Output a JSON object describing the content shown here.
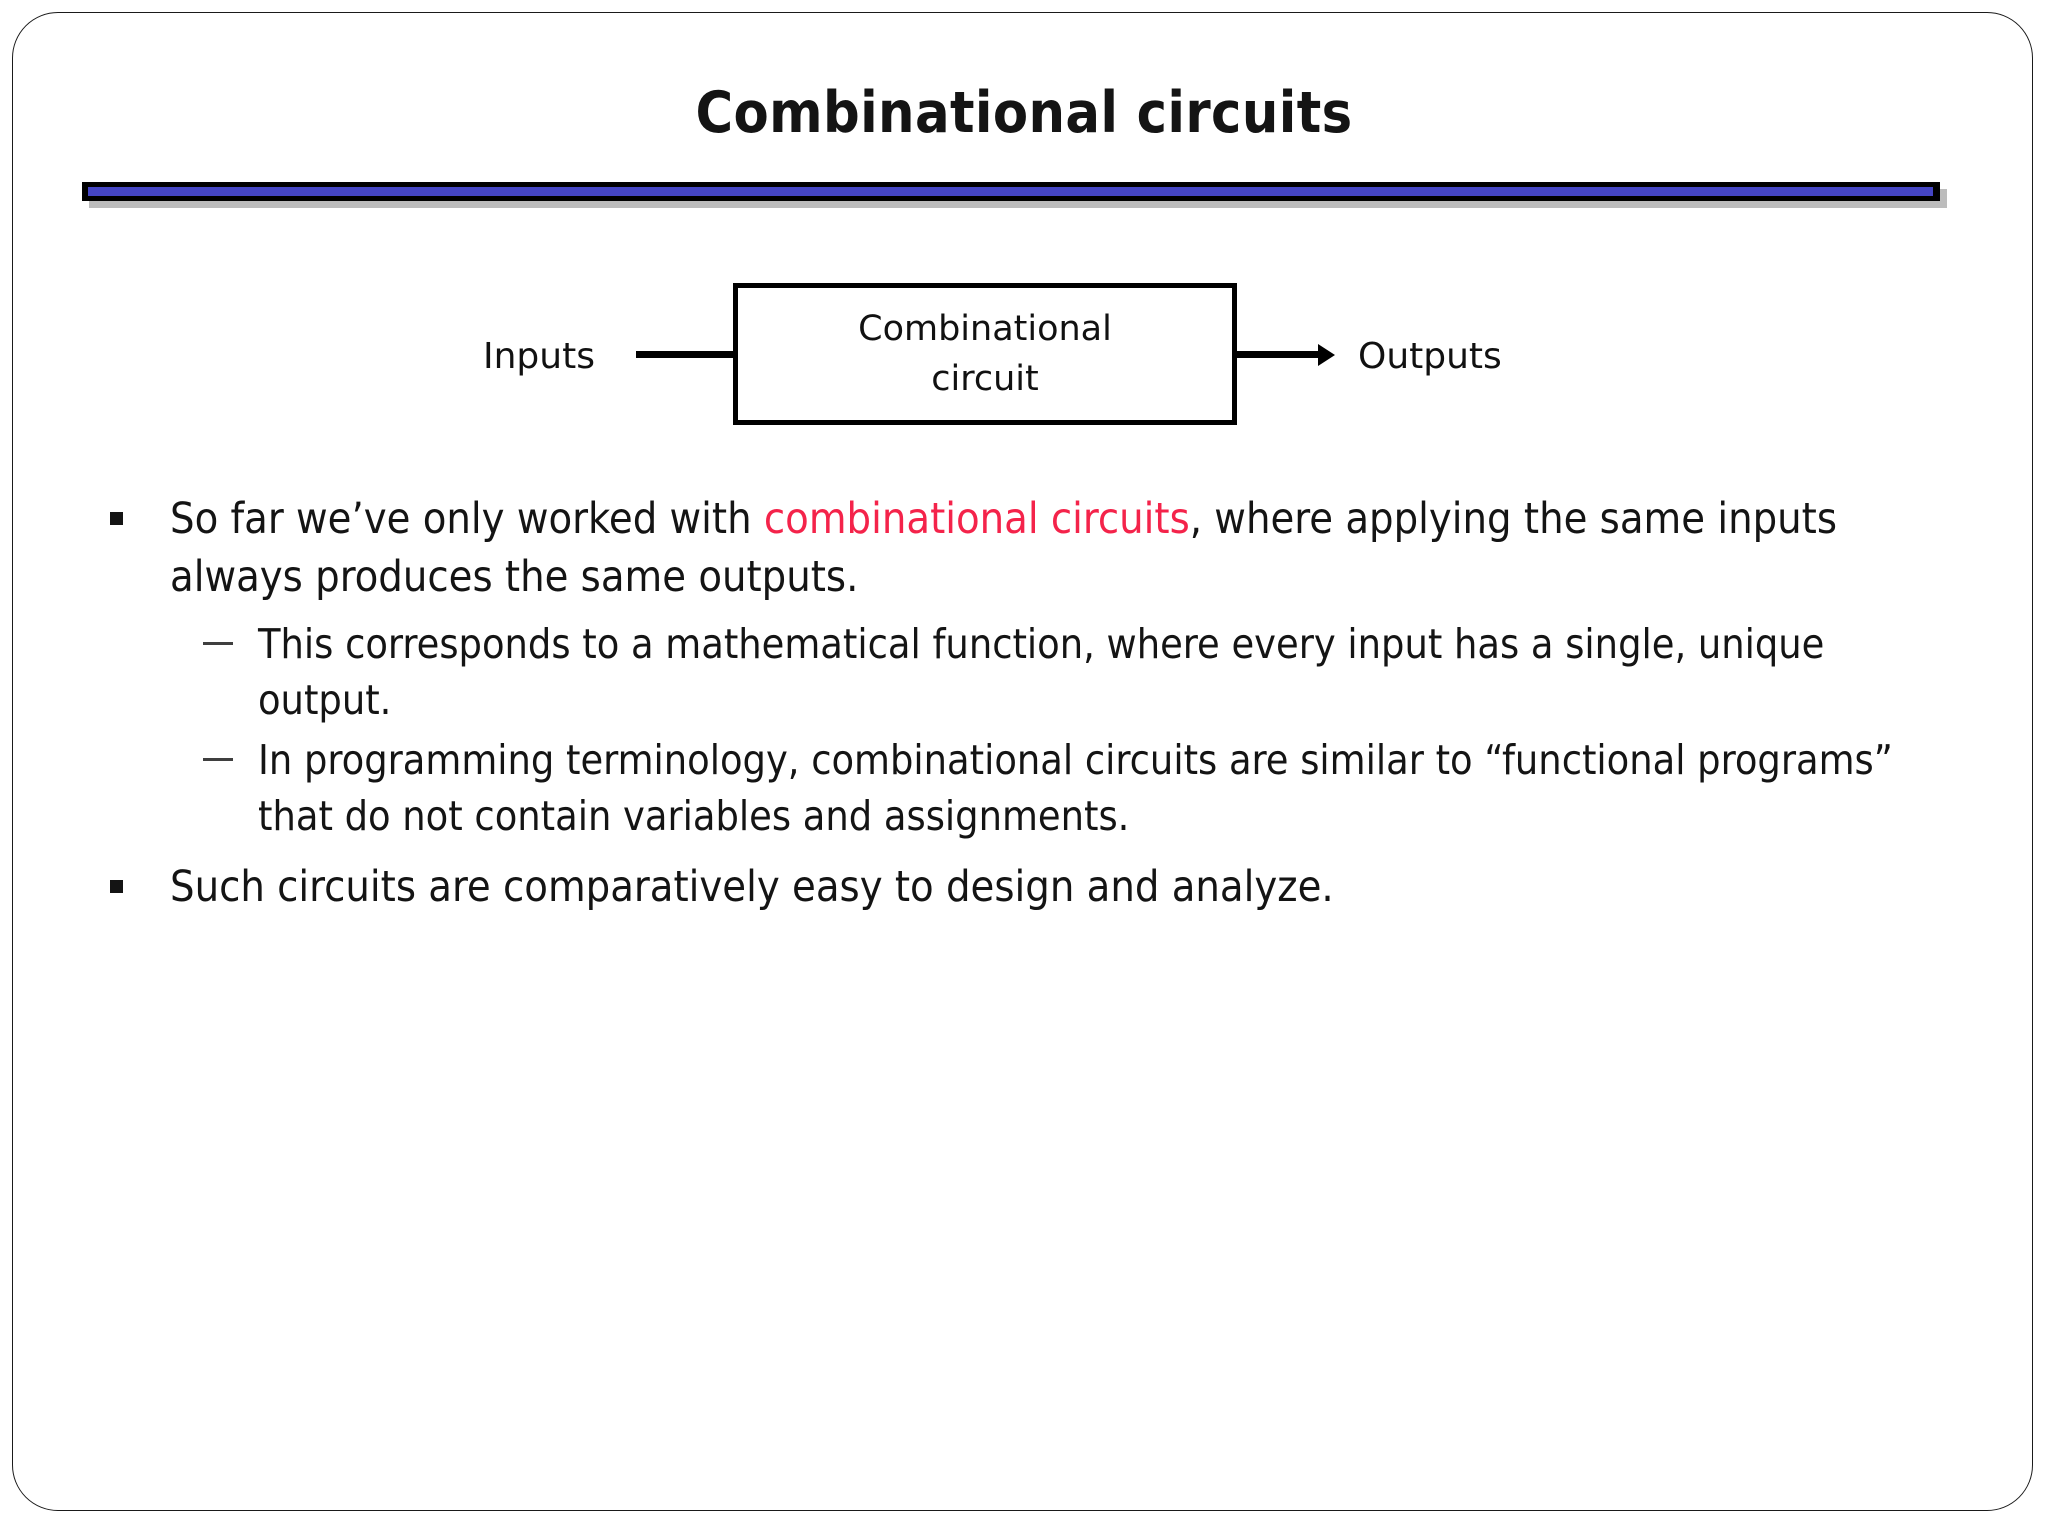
{
  "slide": {
    "title": "Combinational circuits",
    "accent_color": "#4545c4",
    "highlight_color": "#f4234a",
    "text_color": "#141414"
  },
  "divider": {
    "outer_color": "#000000",
    "inner_color": "#4545c4",
    "shadow_color": "#bcbcbc"
  },
  "diagram": {
    "input_label": "Inputs",
    "output_label": "Outputs",
    "box_line1": "Combinational",
    "box_line2": "circuit",
    "arrow_in_name": "input-arrow",
    "arrow_out_name": "output-arrow"
  },
  "body": {
    "bullets": [
      {
        "level": 1,
        "marker": "square",
        "parts": [
          {
            "text": "So far we’ve only worked with ",
            "style": "normal"
          },
          {
            "text": "combinational circuits",
            "style": "highlight"
          },
          {
            "text": ", where applying the same inputs always produces the same outputs.",
            "style": "normal"
          }
        ],
        "children": [
          {
            "level": 2,
            "marker": "dash",
            "text": "This corresponds to a mathematical function, where every input has a single, unique output."
          },
          {
            "level": 2,
            "marker": "dash",
            "text": "In programming terminology, combinational circuits are similar to “functional programs” that do not contain variables and assignments."
          }
        ]
      },
      {
        "level": 1,
        "marker": "square",
        "parts": [
          {
            "text": "Such circuits are comparatively easy to design and analyze.",
            "style": "normal"
          }
        ],
        "children": []
      }
    ]
  }
}
